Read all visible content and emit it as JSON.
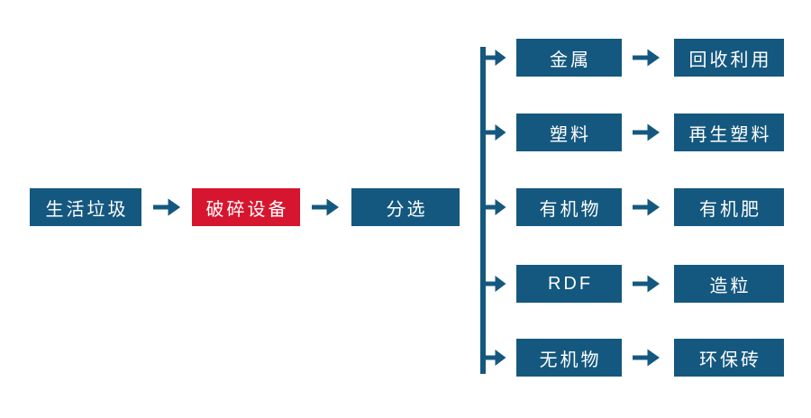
{
  "diagram": {
    "title": "waste-processing-flowchart",
    "colors": {
      "node_blue": "#15587F",
      "node_red": "#D6152F",
      "connector_blue": "#15587F",
      "node_text": "#FFFFFF",
      "background": "#FFFFFF"
    },
    "main_flow": [
      {
        "label": "生活垃圾",
        "variant": "blue"
      },
      {
        "label": "破碎设备",
        "variant": "red"
      },
      {
        "label": "分选",
        "variant": "blue"
      }
    ],
    "branches": [
      {
        "material": "金属",
        "result": "回收利用"
      },
      {
        "material": "塑料",
        "result": "再生塑料"
      },
      {
        "material": "有机物",
        "result": "有机肥"
      },
      {
        "material": "RDF",
        "result": "造粒"
      },
      {
        "material": "无机物",
        "result": "环保砖"
      }
    ]
  }
}
